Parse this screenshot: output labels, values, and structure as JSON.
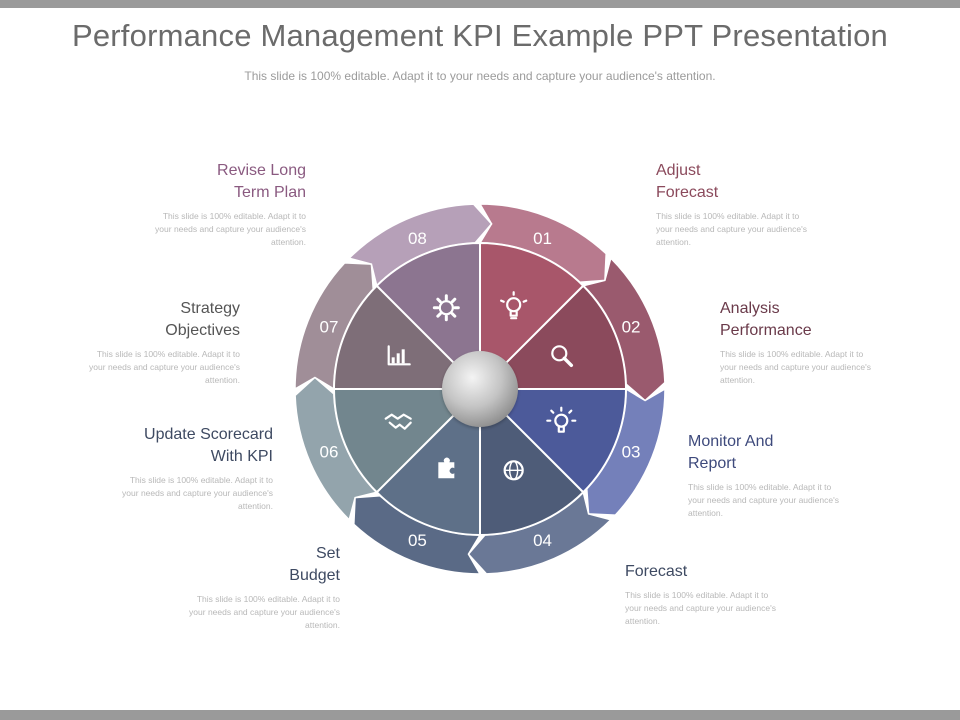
{
  "title": "Performance Management KPI Example PPT Presentation",
  "subtitle": "This slide is 100% editable. Adapt it to your needs and capture your audience's attention.",
  "segments": [
    {
      "num": "01",
      "heading": "Adjust\nForecast",
      "desc": "This slide is 100% editable. Adapt it to\nyour needs and capture your audience's\nattention.",
      "icon": "lightbulb-icon",
      "color": "#a8566a",
      "ring": "#b87a8e"
    },
    {
      "num": "02",
      "heading": "Analysis\nPerformance",
      "desc": "This slide is 100% editable. Adapt it to\nyour needs and capture your audience's\nattention.",
      "icon": "magnifier-icon",
      "color": "#8b4a5c",
      "ring": "#9a5a6e"
    },
    {
      "num": "03",
      "heading": "Monitor And\nReport",
      "desc": "This slide is 100% editable. Adapt it to\nyour needs and capture your audience's\nattention.",
      "icon": "idea-bulb-icon",
      "color": "#4c5a9a",
      "ring": "#7480ba"
    },
    {
      "num": "04",
      "heading": "Forecast",
      "desc": "This slide is 100% editable. Adapt it to\nyour needs and capture your audience's\nattention.",
      "icon": "globe-icon",
      "color": "#4e5c78",
      "ring": "#6a7896"
    },
    {
      "num": "05",
      "heading": "Set\nBudget",
      "desc": "This slide is 100% editable. Adapt it to\nyour needs and capture your audience's\nattention.",
      "icon": "puzzle-icon",
      "color": "#5e7088",
      "ring": "#5a6a86"
    },
    {
      "num": "06",
      "heading": "Update Scorecard\nWith KPI",
      "desc": "This slide is 100% editable. Adapt it to\nyour needs and capture your audience's\nattention.",
      "icon": "handshake-icon",
      "color": "#72868e",
      "ring": "#93a4ac"
    },
    {
      "num": "07",
      "heading": "Strategy\nObjectives",
      "desc": "This slide is 100% editable. Adapt it to\nyour needs and capture your audience's\nattention.",
      "icon": "bar-chart-icon",
      "color": "#7e6e78",
      "ring": "#a08e98"
    },
    {
      "num": "08",
      "heading": "Revise Long\nTerm Plan",
      "desc": "This slide is 100% editable. Adapt it to\nyour needs and capture your audience's\nattention.",
      "icon": "gear-icon",
      "color": "#8c7590",
      "ring": "#b6a0b8"
    }
  ]
}
